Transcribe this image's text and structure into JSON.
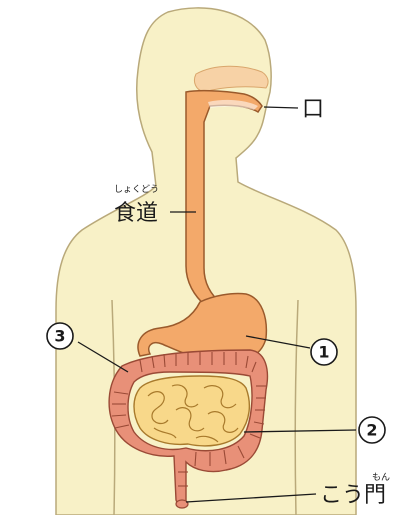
{
  "labels": {
    "mouth": "口",
    "esophagus": "食道",
    "esophagus_ruby": "しょくどう",
    "anus": "こう門",
    "anus_ruby": "もん",
    "num1": "1",
    "num2": "2",
    "num3": "3"
  },
  "colors": {
    "body": "#f8f1c7",
    "body_outline": "#b9a97a",
    "esophagus_stomach": "#f3a96a",
    "organ_outline": "#9a5a2c",
    "large_intestine": "#e89078",
    "large_intestine_ridge": "#9a4a36",
    "small_intestine": "#f8d88a",
    "small_intestine_outline": "#a87a2c",
    "nasal_cavity": "#f7d2a6"
  }
}
